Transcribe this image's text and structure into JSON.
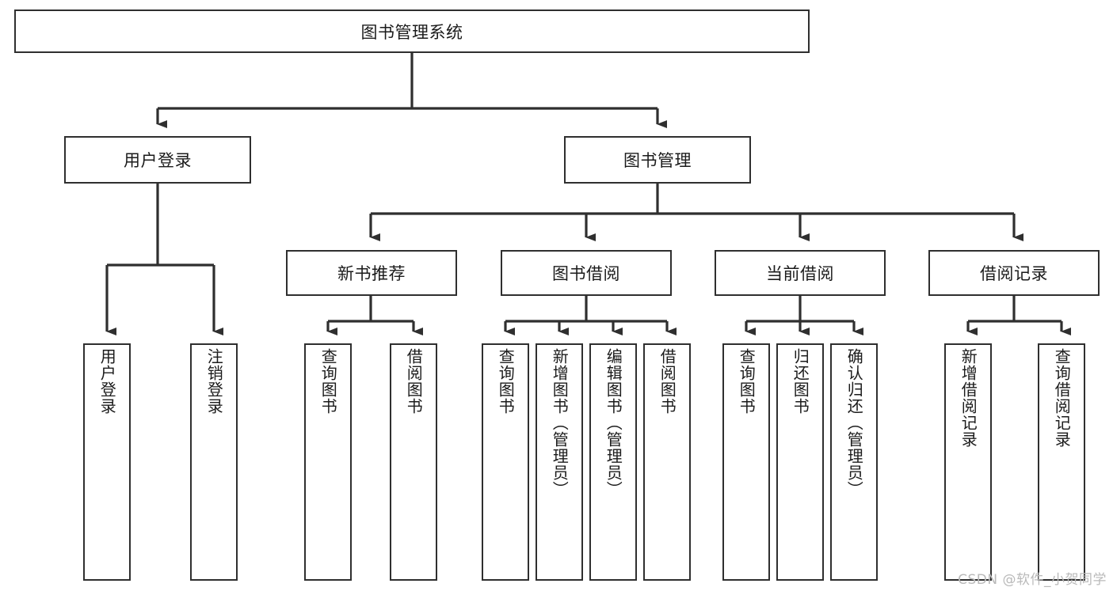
{
  "diagram": {
    "type": "tree-hierarchy",
    "title": "图书管理系统",
    "colors": {
      "stroke": "#2f2f2f",
      "fill": "#ffffff",
      "text": "#1b1b1b",
      "watermark": "#b9b9b9"
    },
    "root": {
      "label": "图书管理系统"
    },
    "level2": [
      {
        "id": "user-login",
        "label": "用户登录"
      },
      {
        "id": "book-manage",
        "label": "图书管理"
      }
    ],
    "level3": [
      {
        "id": "new-book-rec",
        "label": "新书推荐"
      },
      {
        "id": "book-borrow",
        "label": "图书借阅"
      },
      {
        "id": "current-borrow",
        "label": "当前借阅"
      },
      {
        "id": "borrow-record",
        "label": "借阅记录"
      }
    ],
    "leaves": {
      "user_login": [
        {
          "id": "leaf-user-login",
          "label": "用户登录"
        },
        {
          "id": "leaf-logout-login",
          "label": "注销登录"
        }
      ],
      "new_book_rec": [
        {
          "id": "leaf-query-book-1",
          "label": "查询图书"
        },
        {
          "id": "leaf-borrow-book-1",
          "label": "借阅图书"
        }
      ],
      "book_borrow": [
        {
          "id": "leaf-query-book-2",
          "label": "查询图书"
        },
        {
          "id": "leaf-add-book",
          "label": "新增图书（管理员）"
        },
        {
          "id": "leaf-edit-book",
          "label": "编辑图书（管理员）"
        },
        {
          "id": "leaf-borrow-book-2",
          "label": "借阅图书"
        }
      ],
      "current_borrow": [
        {
          "id": "leaf-query-book-3",
          "label": "查询图书"
        },
        {
          "id": "leaf-return-book",
          "label": "归还图书"
        },
        {
          "id": "leaf-confirm-return",
          "label": "确认归还（管理员）"
        }
      ],
      "borrow_record": [
        {
          "id": "leaf-add-record",
          "label": "新增借阅记录"
        },
        {
          "id": "leaf-query-record",
          "label": "查询借阅记录"
        }
      ]
    },
    "watermark": "CSDN @软件_小贺同学"
  }
}
